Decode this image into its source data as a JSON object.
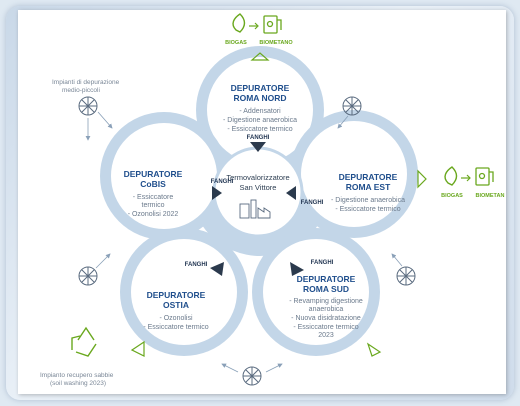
{
  "center": {
    "label_line1": "Termovalorizzatore",
    "label_line2": "San Vittore"
  },
  "nodes": {
    "nord": {
      "title_line1": "DEPURATORE",
      "title_line2": "ROMA NORD",
      "items": [
        "- Addensatori",
        "- Digestione anaerobica",
        "- Essiccatore termico"
      ]
    },
    "est": {
      "title_line1": "DEPURATORE",
      "title_line2": "ROMA EST",
      "items": [
        "- Digestione anaerobica",
        "- Essiccatore termico"
      ]
    },
    "sud": {
      "title_line1": "DEPURATORE",
      "title_line2": "ROMA SUD",
      "items": [
        "- Revamping digestione",
        "anaerobica",
        "- Nuova disidratazione",
        "- Essiccatore termico",
        "2023"
      ]
    },
    "ostia": {
      "title_line1": "DEPURATORE",
      "title_line2": "OSTIA",
      "items": [
        "- Ozonolisi",
        "- Essiccatore termico"
      ]
    },
    "cobis": {
      "title_line1": "DEPURATORE",
      "title_line2": "CoBIS",
      "items": [
        "- Essiccatore",
        "termico",
        "- Ozonolisi 2022"
      ]
    }
  },
  "fanghi_label": "FANGHI",
  "biogas_label": "BIOGAS",
  "biometano_label": "BIOMETANO",
  "biometano_label_right": "BIOMETAN",
  "note_small_plants": {
    "line1": "Impianti di depurazione",
    "line2": "medio-piccoli"
  },
  "note_sand": {
    "line1": "Impianto recupero sabbie",
    "line2": "(soil washing 2023)"
  },
  "colors": {
    "petal": "#c3d6e8",
    "petal_inner": "#ffffff",
    "title": "#1f4e8c",
    "green": "#6aa81e",
    "arrow": "#2b3a4d"
  }
}
